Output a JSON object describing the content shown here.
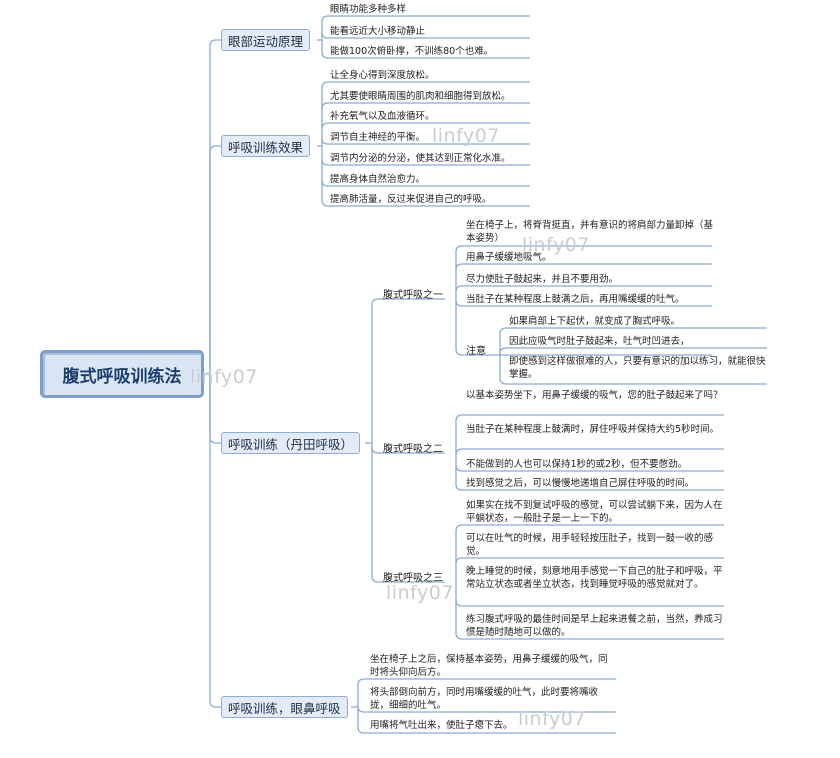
{
  "root": "腹式呼吸训练法",
  "branches": [
    {
      "title": "眼部运动原理",
      "leaves": [
        "眼睛功能多种多样",
        "能看远近大小移动静止",
        "能做100次俯卧撑，不训练80个也难。"
      ]
    },
    {
      "title": "呼吸训练效果",
      "leaves": [
        "让全身心得到深度放松。",
        "尤其要使眼睛周围的肌肉和细胞得到放松。",
        "补充氧气以及血液循环。",
        "调节自主神经的平衡。",
        "调节内分泌的分泌，使其达到正常化水准。",
        "提高身体自然治愈力。",
        "提高肺活量，反过来促进自己的呼吸。"
      ]
    },
    {
      "title": "呼吸训练（丹田呼吸）",
      "subs": [
        {
          "title": "腹式呼吸之一",
          "leaves": [
            "坐在椅子上，将脊背挺直，并有意识的将肩部力量卸掉（基本姿势）",
            "用鼻子缓缓地吸气。",
            "尽力使肚子鼓起来，并且不要用劲。",
            "当肚子在某种程度上鼓满之后，再用嘴缓缓的吐气。"
          ],
          "note": {
            "title": "注意",
            "leaves": [
              "如果肩部上下起伏，就变成了胸式呼吸。",
              "因此应吸气时肚子鼓起来，吐气时凹进去，",
              "即使感到这样做很难的人，只要有意识的加以练习，就能很快掌握。"
            ]
          }
        },
        {
          "title": "腹式呼吸之二",
          "leaves": [
            "以基本姿势坐下，用鼻子缓缓的吸气，您的肚子鼓起来了吗？",
            "当肚子在某种程度上鼓满时，屏住呼吸并保持大约5秒时间。",
            "不能做到的人也可以保持1秒的或2秒，但不要憋劲。",
            "找到感觉之后，可以慢慢地递增自己屏住呼吸的时间。"
          ]
        },
        {
          "title": "腹式呼吸之三",
          "leaves": [
            "如果实在找不到复试呼吸的感觉，可以尝试躺下来，因为人在平躺状态，一般肚子是一上一下的。",
            "可以在吐气的时候，用手轻轻按压肚子，找到一鼓一收的感觉。",
            "晚上睡觉的时候，刻意地用手感觉一下自己的肚子和呼吸，平常站立状态或者坐立状态，找到睡觉呼吸的感觉就对了。",
            "练习腹式呼吸的最佳时间是早上起来进餐之前，当然，养成习惯是随时随地可以做的。"
          ]
        }
      ]
    },
    {
      "title": "呼吸训练，眼鼻呼吸",
      "leaves": [
        "坐在椅子上之后，保持基本姿势，用鼻子缓缓的吸气，同时将头仰向后方。",
        "将头部倒向前方，同时用嘴缓缓的吐气，此时要将嘴收拢，细细的吐气。",
        "用嘴将气吐出来，使肚子瘪下去。"
      ]
    }
  ],
  "watermark": "linfy07",
  "colors": {
    "line": "#8eaad1",
    "branch_fill": "#e3ebf6",
    "root_fill": "#dbe6f4",
    "root_border": "#7f9fca"
  }
}
